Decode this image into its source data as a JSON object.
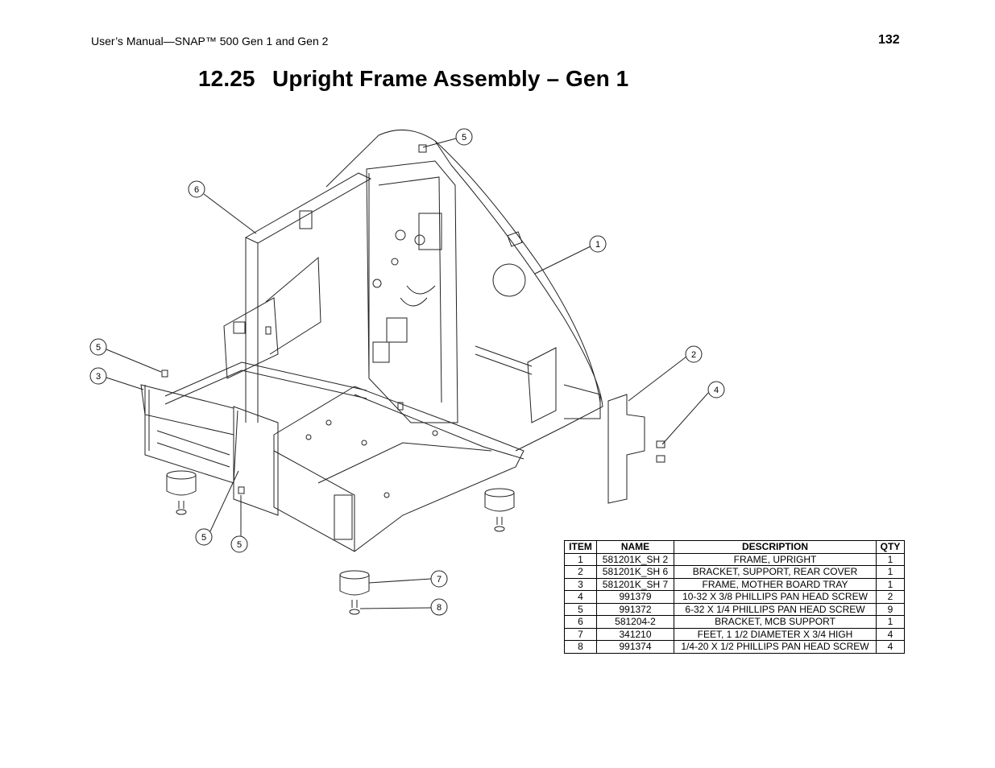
{
  "header": {
    "manual_title": "User’s Manual—SNAP™ 500 Gen 1 and Gen 2",
    "page_number": "132"
  },
  "section": {
    "number": "12.25",
    "title": "Upright Frame Assembly – Gen 1"
  },
  "callouts": [
    "5",
    "6",
    "1",
    "5",
    "3",
    "2",
    "4",
    "5",
    "5",
    "7",
    "8"
  ],
  "parts_table": {
    "headers": [
      "ITEM",
      "NAME",
      "DESCRIPTION",
      "QTY"
    ],
    "rows": [
      [
        "1",
        "581201K_SH 2",
        "FRAME, UPRIGHT",
        "1"
      ],
      [
        "2",
        "581201K_SH 6",
        "BRACKET, SUPPORT, REAR COVER",
        "1"
      ],
      [
        "3",
        "581201K_SH 7",
        "FRAME, MOTHER BOARD TRAY",
        "1"
      ],
      [
        "4",
        "991379",
        "10-32 X 3/8 PHILLIPS PAN HEAD SCREW",
        "2"
      ],
      [
        "5",
        "991372",
        "6-32 X 1/4 PHILLIPS PAN HEAD SCREW",
        "9"
      ],
      [
        "6",
        "581204-2",
        "BRACKET, MCB SUPPORT",
        "1"
      ],
      [
        "7",
        "341210",
        "FEET, 1 1/2 DIAMETER X 3/4 HIGH",
        "4"
      ],
      [
        "8",
        "991374",
        "1/4-20 X 1/2 PHILLIPS PAN HEAD SCREW",
        "4"
      ]
    ]
  }
}
